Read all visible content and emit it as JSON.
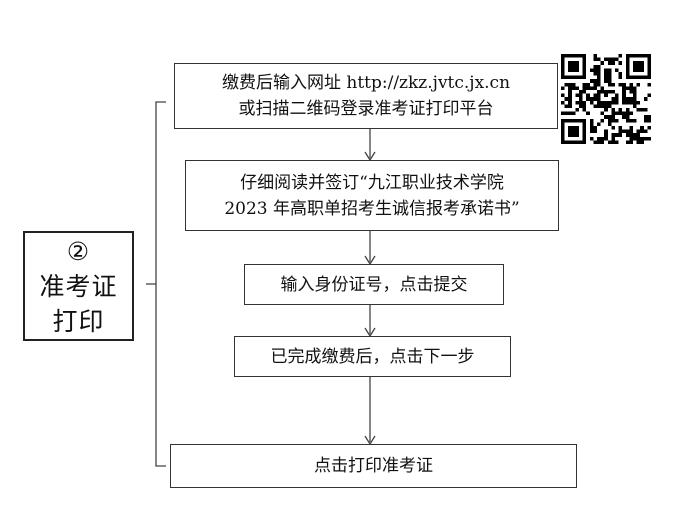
{
  "side_label": {
    "number": "②",
    "line1": "准考证",
    "line2": "打印"
  },
  "steps": [
    {
      "line1": "缴费后输入网址 http://zkz.jvtc.jx.cn",
      "line2": "或扫描二维码登录准考证打印平台"
    },
    {
      "line1": "仔细阅读并签订“九江职业技术学院",
      "line2": "2023 年高职单招考生诚信报考承诺书”"
    },
    {
      "line1": "输入身份证号，点击提交"
    },
    {
      "line1": "已完成缴费后，点击下一步"
    },
    {
      "line1": "点击打印准考证"
    }
  ],
  "qr_code": {
    "icon": "qr-code-icon"
  }
}
